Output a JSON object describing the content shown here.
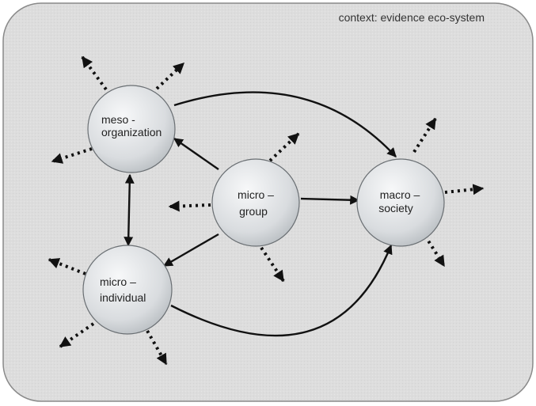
{
  "context": {
    "label": "context: evidence eco-system"
  },
  "nodes": {
    "meso": {
      "line1": "meso -",
      "line2": "organization"
    },
    "group": {
      "line1": "micro –",
      "line2": "group"
    },
    "macro": {
      "line1": "macro –",
      "line2": "society"
    },
    "individual": {
      "line1": "micro –",
      "line2": "individual"
    }
  }
}
